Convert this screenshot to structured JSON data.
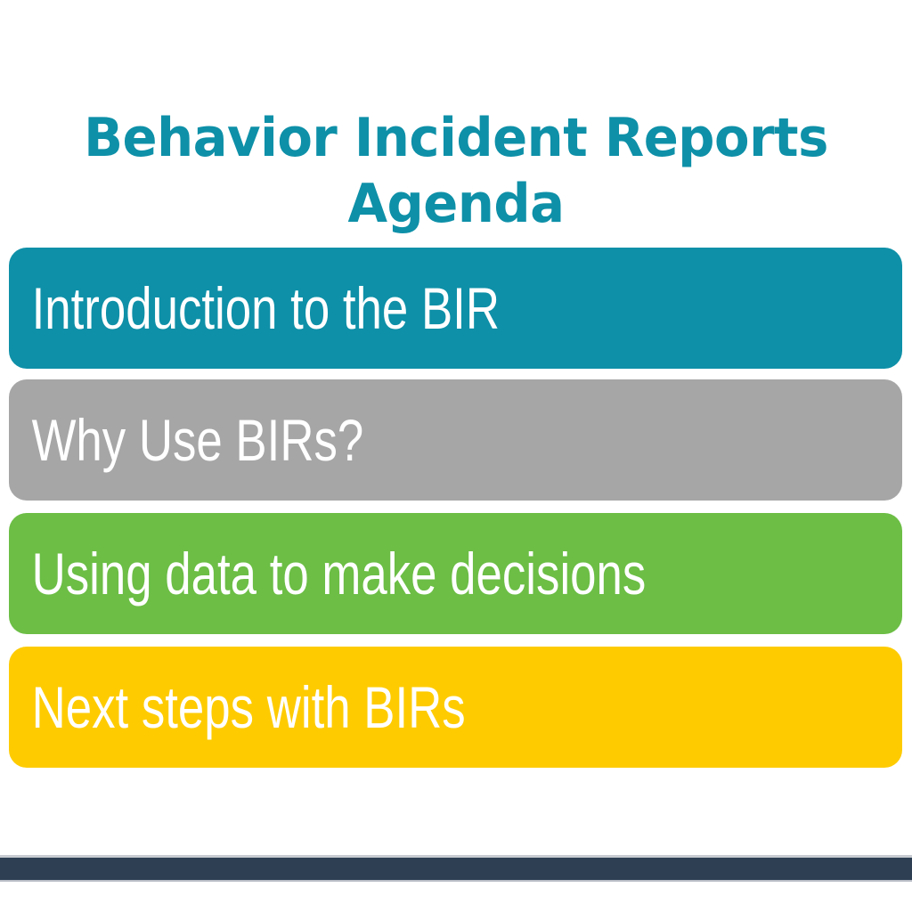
{
  "slide": {
    "title": "Behavior Incident Reports\nAgenda",
    "title_line_1": "Behavior Incident Reports",
    "title_line_2": "Agenda",
    "background_color": "#ffffff",
    "title_color": "#0e90a8"
  },
  "agenda": {
    "items": [
      {
        "label": "Introduction to the BIR",
        "color": "#0e90a8",
        "text_color": "#ffffff",
        "order": "1"
      },
      {
        "label": "Why Use BIRs?",
        "color": "#a6a6a6",
        "text_color": "#ffffff",
        "order": "2"
      },
      {
        "label": "Using data to make decisions",
        "color": "#6cbe45",
        "text_color": "#ffffff",
        "order": "3"
      },
      {
        "label": "Next steps with BIRs",
        "color": "#fecb00",
        "text_color": "#ffffff",
        "order": "4"
      }
    ]
  },
  "footer": {
    "band_color": "#2e3f54",
    "hairline_color": "#c8ccd2"
  }
}
